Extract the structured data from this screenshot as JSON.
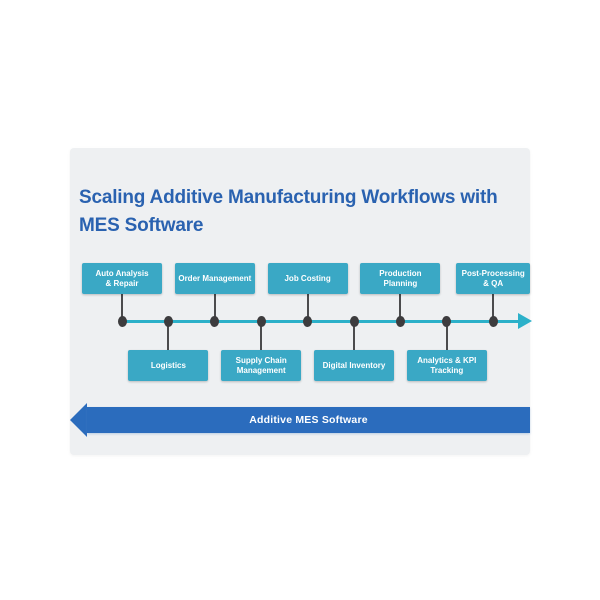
{
  "title": {
    "line1": "Scaling Additive Manufacturing Workflows with",
    "line2": "MES Software"
  },
  "steps": [
    {
      "label": "Auto Analysis\n& Repair",
      "position": "top"
    },
    {
      "label": "Logistics",
      "position": "bottom"
    },
    {
      "label": "Order Management",
      "position": "top"
    },
    {
      "label": "Supply Chain\nManagement",
      "position": "bottom"
    },
    {
      "label": "Job Costing",
      "position": "top"
    },
    {
      "label": "Digital Inventory",
      "position": "bottom"
    },
    {
      "label": "Production\nPlanning",
      "position": "top"
    },
    {
      "label": "Analytics & KPI\nTracking",
      "position": "bottom"
    },
    {
      "label": "Post-Processing\n& QA",
      "position": "top"
    }
  ],
  "banner": {
    "label": "Additive MES Software"
  },
  "theme": {
    "page-bg": "#ffffff",
    "card-bg": "#eef0f2",
    "title-color": "#2a62b0",
    "box-bg": "#3aa8c5",
    "box-text": "#ffffff",
    "timeline-color": "#2bb0c9",
    "dot-color": "#3d3c3e",
    "connector-color": "#4b4b4d",
    "banner-bg": "#2b6cbd",
    "banner-text": "#ffffff"
  }
}
